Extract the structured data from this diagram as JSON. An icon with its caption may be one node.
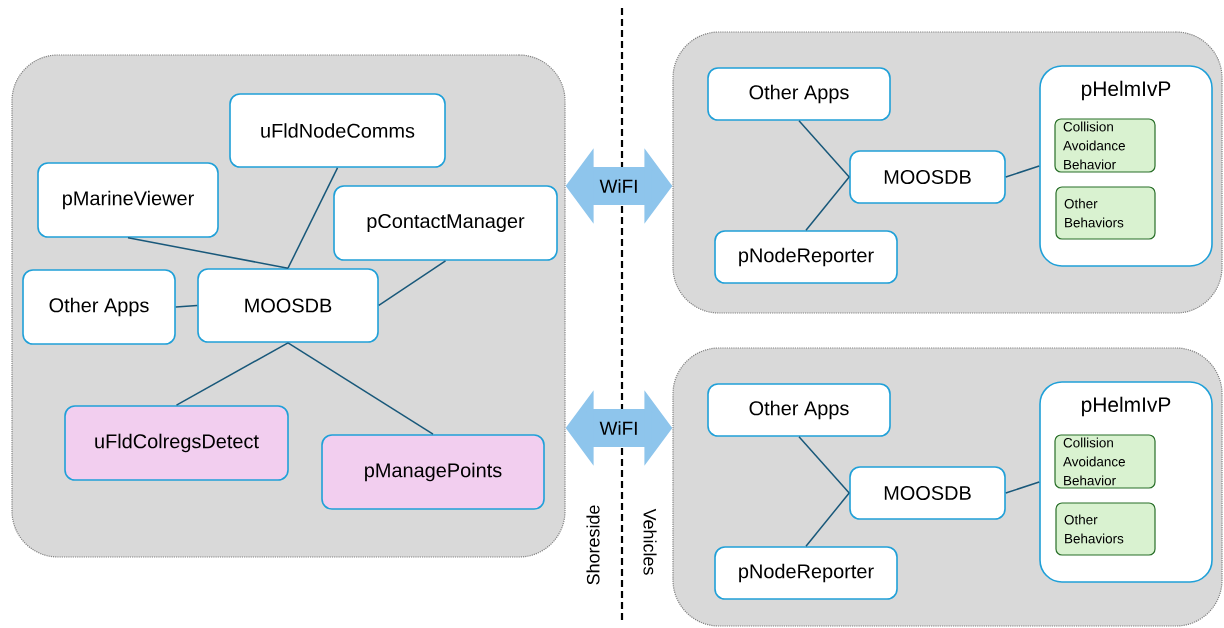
{
  "diagram": {
    "nodes": [
      {
        "text": [],
        "shape": "box"
      },
      {
        "text": [
          "uFldNodeComms"
        ],
        "in": 0
      },
      {
        "text": [
          "pMarineViewer"
        ],
        "in": 0
      },
      {
        "text": [
          "pContactManager"
        ],
        "in": 0
      },
      {
        "text": [
          "Other Apps"
        ],
        "in": 0
      },
      {
        "text": [
          "MOOSDB"
        ],
        "in": 0
      },
      {
        "text": [
          "uFldColregsDetect"
        ],
        "in": 0
      },
      {
        "text": [
          "pManagePoints"
        ],
        "in": 0
      },
      {
        "text": [],
        "shape": "box"
      },
      {
        "text": [
          "Other Apps"
        ],
        "in": 8
      },
      {
        "text": [
          "MOOSDB"
        ],
        "in": 8
      },
      {
        "text": [
          "pNodeReporter"
        ],
        "in": 8
      },
      {
        "text": [
          "pHelmIvP"
        ],
        "in": 8
      },
      {
        "text": [
          "Collision Avoidance Behavior"
        ],
        "in": 12
      },
      {
        "text": [
          "Other Behaviors"
        ],
        "in": 12
      },
      {
        "text": [],
        "shape": "box"
      },
      {
        "text": [
          "Other Apps"
        ],
        "in": 15
      },
      {
        "text": [
          "MOOSDB"
        ],
        "in": 15
      },
      {
        "text": [
          "pNodeReporter"
        ],
        "in": 15
      },
      {
        "text": [
          "pHelmIvP"
        ],
        "in": 15
      },
      {
        "text": [
          "Collision Avoidance Behavior"
        ],
        "in": 19
      },
      {
        "text": [
          "Other Behaviors"
        ],
        "in": 19
      }
    ],
    "edges": [
      {
        "from": 5,
        "to": 1,
        "arrow": "none"
      },
      {
        "from": 5,
        "to": 2,
        "arrow": "none"
      },
      {
        "from": 5,
        "to": 3,
        "arrow": "none"
      },
      {
        "from": 5,
        "to": 4,
        "arrow": "none"
      },
      {
        "from": 5,
        "to": 6,
        "arrow": "none"
      },
      {
        "from": 5,
        "to": 7,
        "arrow": "none"
      },
      {
        "from": 10,
        "to": 9,
        "arrow": "none"
      },
      {
        "from": 10,
        "to": 11,
        "arrow": "none"
      },
      {
        "from": 10,
        "to": 12,
        "arrow": "none"
      },
      {
        "from": 17,
        "to": 16,
        "arrow": "none"
      },
      {
        "from": 17,
        "to": 18,
        "arrow": "none"
      },
      {
        "from": 17,
        "to": 19,
        "arrow": "none"
      },
      {
        "from": 0,
        "to": 8,
        "arrow": "both",
        "label": "WiFI",
        "style": "thick",
        "color": "#8ec5ec"
      },
      {
        "from": 0,
        "to": 15,
        "arrow": "both",
        "label": "WiFI",
        "style": "thick",
        "color": "#8ec5ec"
      }
    ],
    "labels": [
      "Shoreside",
      "Vehicles"
    ]
  }
}
